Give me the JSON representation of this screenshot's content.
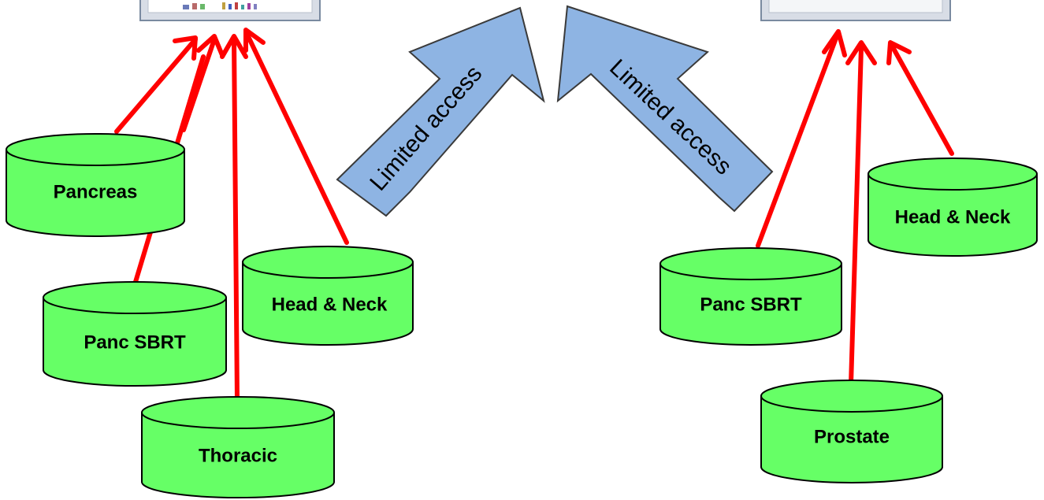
{
  "colors": {
    "database_fill": "#66ff66",
    "database_stroke": "#000000",
    "connector": "#ff0000",
    "access_arrow_fill": "#8eb4e3",
    "access_arrow_stroke": "#3a3a3a"
  },
  "left_group": {
    "databases": [
      {
        "label": "Pancreas"
      },
      {
        "label": "Panc SBRT"
      },
      {
        "label": "Thoracic"
      },
      {
        "label": "Head & Neck"
      }
    ]
  },
  "right_group": {
    "databases": [
      {
        "label": "Panc SBRT"
      },
      {
        "label": "Prostate"
      },
      {
        "label": "Head & Neck"
      }
    ]
  },
  "access_arrows": [
    {
      "label": "Limited access",
      "icon": "up-right-block-arrow"
    },
    {
      "label": "Limited access",
      "icon": "up-left-block-arrow"
    }
  ]
}
